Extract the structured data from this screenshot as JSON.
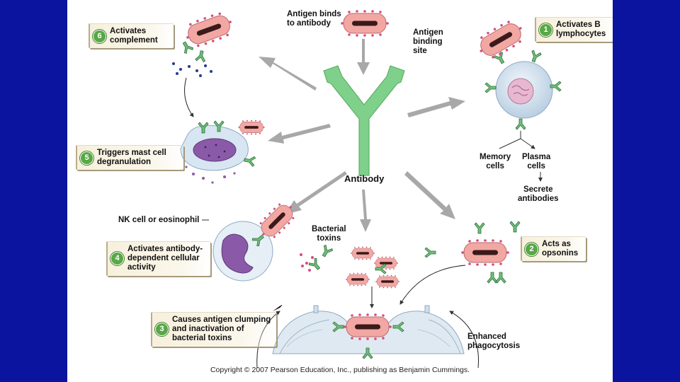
{
  "center": {
    "antibody_label": "Antibody",
    "antigen_binds": "Antigen binds\nto antibody",
    "binding_site": "Antigen\nbinding\nsite"
  },
  "steps": [
    {
      "num": "1",
      "text": "Activates B\nlymphocytes"
    },
    {
      "num": "2",
      "text": "Acts as\nopsonins"
    },
    {
      "num": "3",
      "text": "Causes antigen clumping\nand inactivation of\nbacterial toxins"
    },
    {
      "num": "4",
      "text": "Activates antibody-\ndependent cellular\nactivity"
    },
    {
      "num": "5",
      "text": "Triggers mast cell\ndegranulation"
    },
    {
      "num": "6",
      "text": "Activates\ncomplement"
    }
  ],
  "labels": {
    "memory_cells": "Memory\ncells",
    "plasma_cells": "Plasma\ncells",
    "secrete_antibodies": "Secrete\nantibodies",
    "nk_cell": "NK cell or eosinophil",
    "bacterial_toxins": "Bacterial\ntoxins",
    "enhanced_phagocytosis": "Enhanced\nphagocytosis"
  },
  "copyright": "Copyright © 2007 Pearson Education, Inc., publishing as Benjamin Cummings.",
  "colors": {
    "antibody_green": "#7fd08a",
    "antibody_dark": "#3d8a46",
    "bacterium_fill": "#f2a7a2",
    "bacterium_spikes": "#d84b7a",
    "cell_blue": "#c9dceb",
    "nucleus_purple": "#8a5aa8",
    "number_badge": "#58a845",
    "background": "#0a149e"
  }
}
